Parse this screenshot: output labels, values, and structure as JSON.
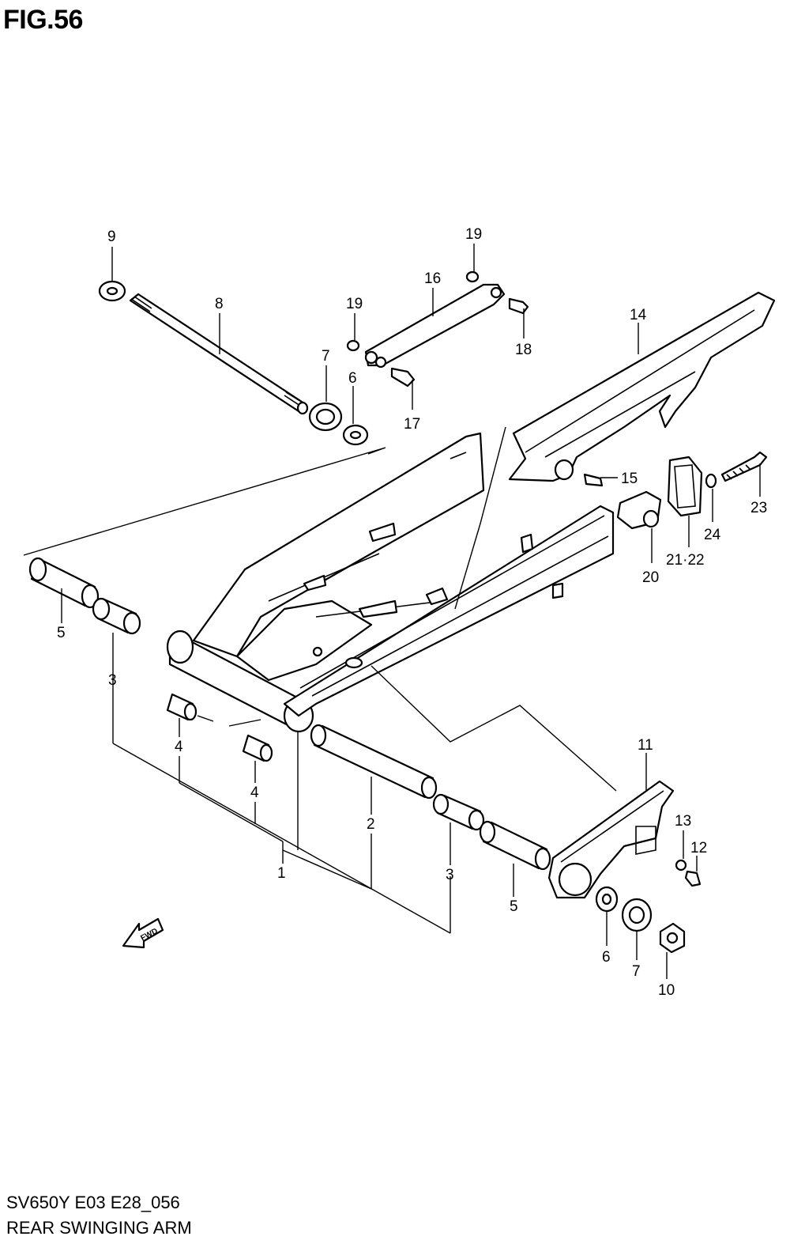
{
  "figure_title": "FIG.56",
  "caption": {
    "model_code": "SV650Y E03 E28_056",
    "section_name": "REAR SWINGING ARM"
  },
  "fwd_label": "FWD",
  "callouts": {
    "p1": "1",
    "p2": "2",
    "p3a": "3",
    "p3b": "3",
    "p4a": "4",
    "p4b": "4",
    "p5a": "5",
    "p5b": "5",
    "p6a": "6",
    "p6b": "6",
    "p7a": "7",
    "p7b": "7",
    "p8": "8",
    "p9": "9",
    "p10": "10",
    "p11": "11",
    "p12": "12",
    "p13": "13",
    "p14": "14",
    "p15": "15",
    "p16": "16",
    "p17": "17",
    "p18": "18",
    "p19a": "19",
    "p19b": "19",
    "p20": "20",
    "p21_22": "21·22",
    "p23": "23",
    "p24": "24"
  }
}
